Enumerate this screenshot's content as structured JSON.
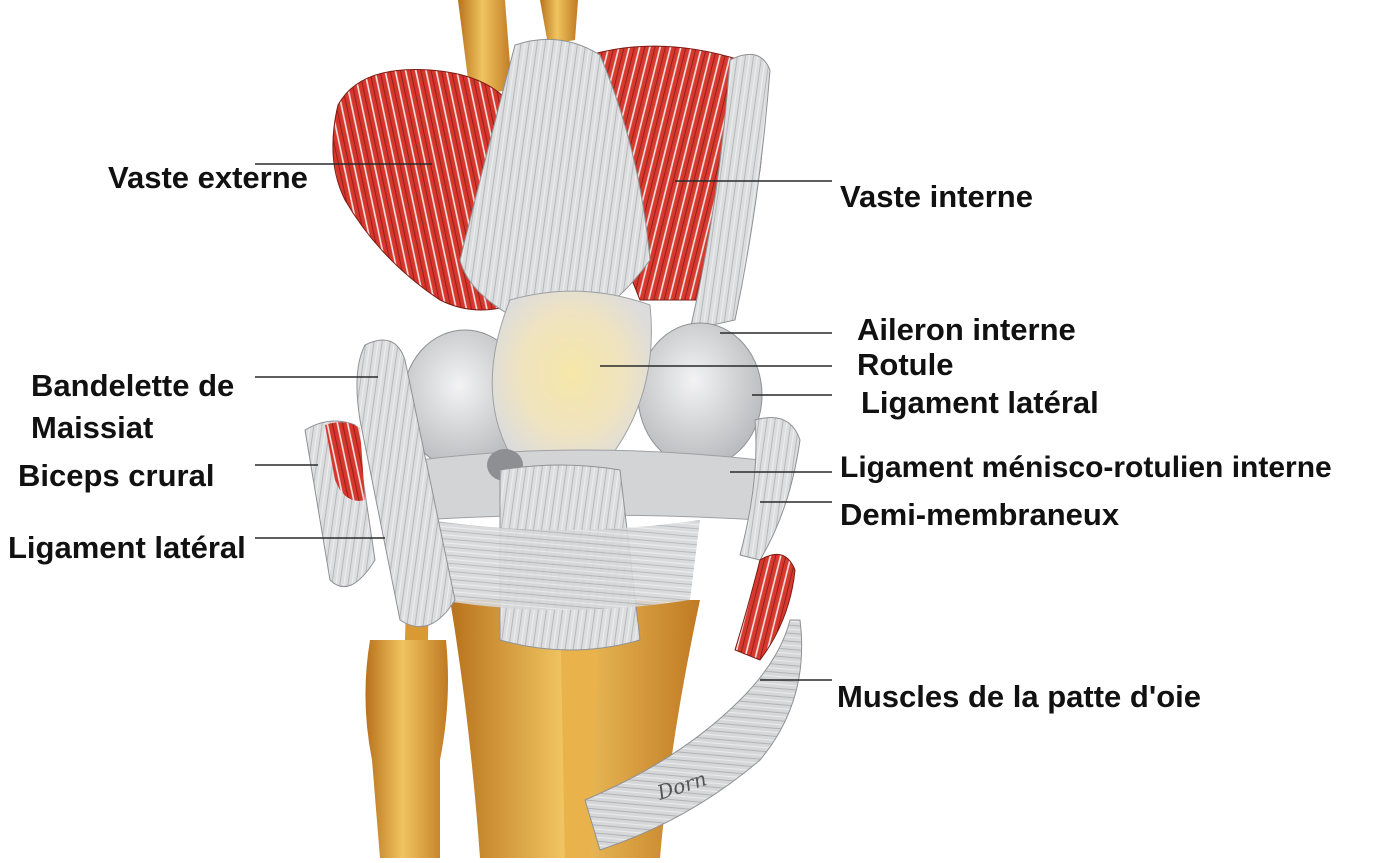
{
  "colors": {
    "background": "#ffffff",
    "muscle_red": "#d6362c",
    "muscle_dark": "#8e1d17",
    "tendon_gray": "#d9dadb",
    "tendon_shadow": "#9ea0a3",
    "bone_ochre": "#d7942f",
    "bone_light": "#f2cf77",
    "leader_line": "#2a2a2a",
    "label_text": "#111111"
  },
  "labels": {
    "vaste_externe": "Vaste externe",
    "vaste_interne": "Vaste interne",
    "aileron_interne": "Aileron interne",
    "rotule": "Rotule",
    "ligament_lateral_interne": "Ligament latéral",
    "bandelette_line1": "Bandelette de",
    "bandelette_line2": "Maissiat",
    "biceps_crural": "Biceps crural",
    "ligament_lateral_externe": "Ligament latéral",
    "ligament_menisco": "Ligament ménisco-rotulien interne",
    "demi_membraneux": "Demi-membraneux",
    "patte_oie": "Muscles de la patte d'oie"
  },
  "signature": "Dorn"
}
